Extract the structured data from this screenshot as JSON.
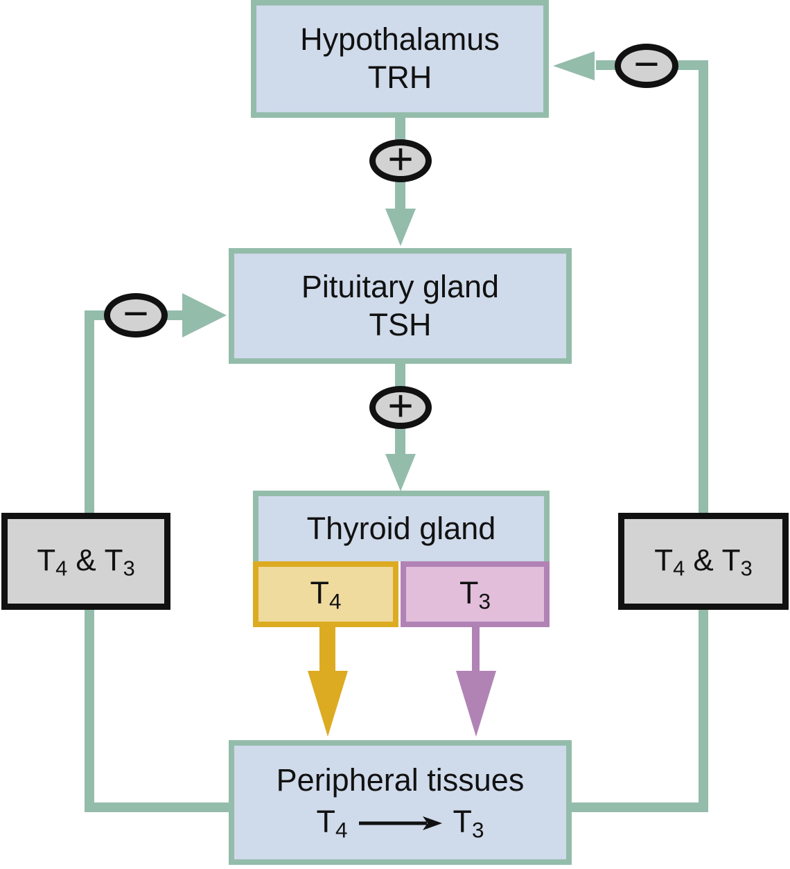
{
  "colors": {
    "box_fill_blue": "#cfdaea",
    "line_teal": "#94bcab",
    "t4_fill": "#f0db9e",
    "t4_border": "#dcab22",
    "t3_fill": "#e2bedb",
    "t3_border": "#b183b5",
    "gray_fill": "#d3d3d3",
    "sign_fill": "#d2d2d2"
  },
  "nodes": {
    "hypothalamus": {
      "line1": "Hypothalamus",
      "line2": "TRH"
    },
    "pituitary": {
      "line1": "Pituitary gland",
      "line2": "TSH"
    },
    "thyroid": {
      "label": "Thyroid gland"
    },
    "t4": {
      "base": "T",
      "sub": "4"
    },
    "t3": {
      "base": "T",
      "sub": "3"
    },
    "peripheral": {
      "line1": "Peripheral tissues",
      "from_base": "T",
      "from_sub": "4",
      "to_base": "T",
      "to_sub": "3"
    },
    "left_feedback_label": {
      "a_base": "T",
      "a_sub": "4",
      "joiner": "&",
      "b_base": "T",
      "b_sub": "3"
    },
    "right_feedback_label": {
      "a_base": "T",
      "a_sub": "4",
      "joiner": "&",
      "b_base": "T",
      "b_sub": "3"
    }
  },
  "signs": {
    "stimulate_trh_tsh": "+",
    "stimulate_tsh_thyroid": "+",
    "inhibit_pituitary": "−",
    "inhibit_hypothalamus": "−"
  }
}
